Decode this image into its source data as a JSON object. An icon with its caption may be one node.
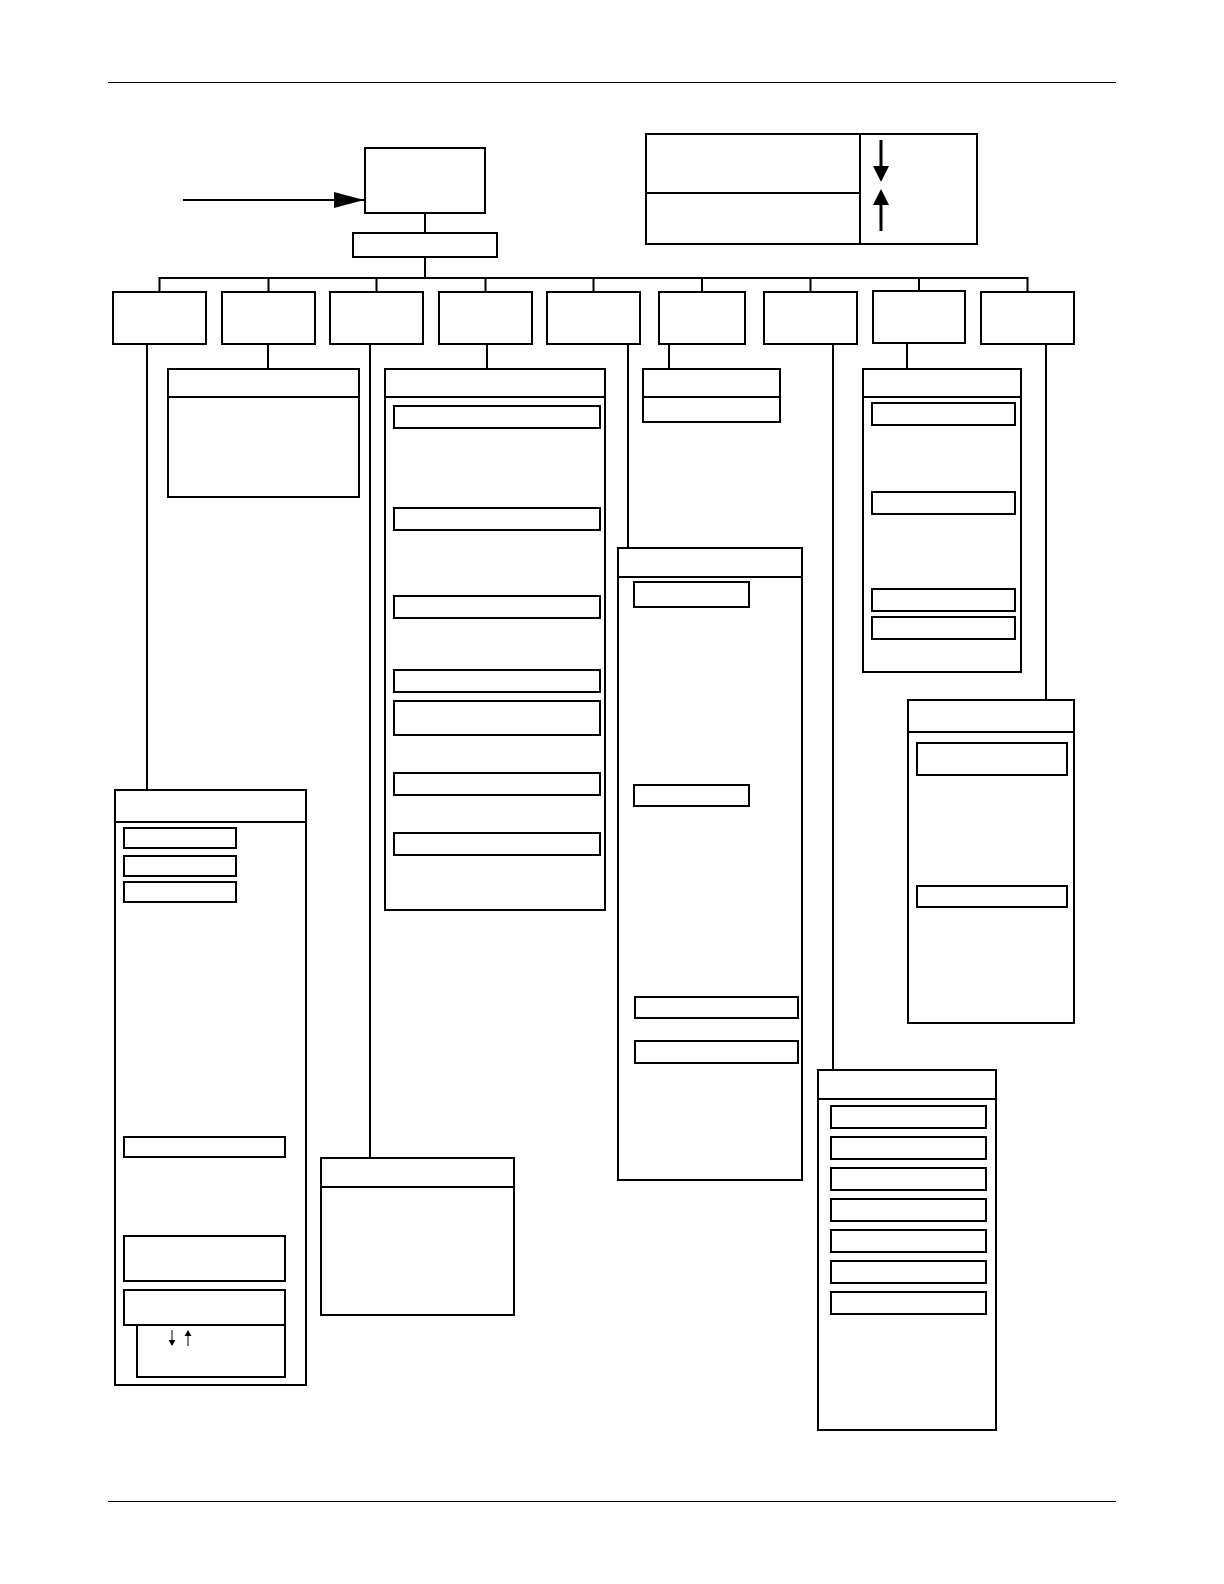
{
  "diagram": {
    "nodes": [
      {
        "text": [],
        "shape": "box"
      },
      {
        "text": [],
        "shape": "box"
      },
      {
        "text": [],
        "shape": "box"
      },
      {
        "text": [],
        "shape": "box"
      },
      {
        "text": [],
        "shape": "box"
      },
      {
        "text": [],
        "shape": "box"
      },
      {
        "text": [],
        "shape": "box"
      },
      {
        "text": [],
        "shape": "box"
      },
      {
        "text": [],
        "shape": "box"
      },
      {
        "text": [],
        "shape": "box"
      },
      {
        "text": [],
        "shape": "box"
      },
      {
        "text": [],
        "shape": "box"
      },
      {
        "text": [],
        "shape": "box"
      },
      {
        "text": [],
        "shape": "box",
        "in": 12
      },
      {
        "text": [],
        "shape": "box",
        "in": 12
      },
      {
        "text": [],
        "shape": "box",
        "in": 12
      },
      {
        "text": [],
        "shape": "box",
        "in": 12
      },
      {
        "text": [],
        "shape": "box",
        "in": 12
      },
      {
        "text": [],
        "shape": "box",
        "in": 12
      },
      {
        "text": [],
        "shape": "box",
        "in": 12
      },
      {
        "text": [],
        "shape": "box"
      },
      {
        "text": [],
        "shape": "box"
      },
      {
        "text": [],
        "shape": "box"
      },
      {
        "text": [],
        "shape": "box",
        "in": 22
      },
      {
        "text": [],
        "shape": "box",
        "in": 22
      },
      {
        "text": [],
        "shape": "box",
        "in": 22
      },
      {
        "text": [],
        "shape": "box",
        "in": 22
      },
      {
        "text": [],
        "shape": "box",
        "in": 22
      },
      {
        "text": [],
        "shape": "box",
        "in": 22
      },
      {
        "text": [],
        "shape": "box",
        "in": 22
      },
      {
        "text": [],
        "shape": "box"
      },
      {
        "text": [],
        "shape": "box",
        "in": 30
      },
      {
        "text": [],
        "shape": "box",
        "in": 30
      },
      {
        "text": [],
        "shape": "box",
        "in": 30
      },
      {
        "text": [],
        "shape": "box",
        "in": 30
      },
      {
        "text": [],
        "shape": "box"
      },
      {
        "text": [],
        "shape": "box"
      },
      {
        "text": [],
        "shape": "box",
        "in": 36
      },
      {
        "text": [],
        "shape": "box",
        "in": 36
      },
      {
        "text": [],
        "shape": "box",
        "in": 36
      },
      {
        "text": [],
        "shape": "box",
        "in": 36
      },
      {
        "text": [],
        "shape": "box",
        "in": 36
      },
      {
        "text": [],
        "shape": "box",
        "in": 36
      },
      {
        "text": [],
        "shape": "box",
        "in": 36
      },
      {
        "text": [],
        "shape": "box"
      },
      {
        "text": [],
        "shape": "box",
        "in": 44
      },
      {
        "text": [],
        "shape": "box",
        "in": 44
      },
      {
        "text": [],
        "shape": "box",
        "in": 44
      },
      {
        "text": [],
        "shape": "box",
        "in": 44
      },
      {
        "text": [],
        "shape": "box"
      },
      {
        "text": [],
        "shape": "box",
        "in": 49
      },
      {
        "text": [],
        "shape": "box",
        "in": 49
      }
    ],
    "edges": [
      {
        "from": null,
        "to": 0,
        "arrow": "to"
      },
      {
        "from": 0,
        "to": 2,
        "arrow": "none"
      },
      {
        "from": 2,
        "to": 3,
        "arrow": "none"
      },
      {
        "from": 2,
        "to": 4,
        "arrow": "none"
      },
      {
        "from": 2,
        "to": 5,
        "arrow": "none"
      },
      {
        "from": 2,
        "to": 6,
        "arrow": "none"
      },
      {
        "from": 2,
        "to": 7,
        "arrow": "none"
      },
      {
        "from": 2,
        "to": 8,
        "arrow": "none"
      },
      {
        "from": 2,
        "to": 9,
        "arrow": "none"
      },
      {
        "from": 2,
        "to": 10,
        "arrow": "none"
      },
      {
        "from": 2,
        "to": 11,
        "arrow": "none"
      },
      {
        "from": 3,
        "to": 12,
        "arrow": "none"
      },
      {
        "from": 4,
        "to": 20,
        "arrow": "none"
      },
      {
        "from": 5,
        "to": 21,
        "arrow": "none"
      },
      {
        "from": 6,
        "to": 22,
        "arrow": "none"
      },
      {
        "from": 7,
        "to": 30,
        "arrow": "none"
      },
      {
        "from": 8,
        "to": 35,
        "arrow": "none"
      },
      {
        "from": 9,
        "to": 36,
        "arrow": "none"
      },
      {
        "from": 10,
        "to": 44,
        "arrow": "none"
      },
      {
        "from": 11,
        "to": 49,
        "arrow": "none"
      }
    ]
  }
}
